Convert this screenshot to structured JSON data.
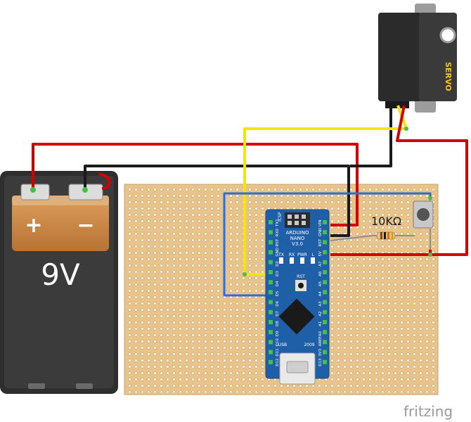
{
  "battery": {
    "plus": "+",
    "minus": "−",
    "label": "9V"
  },
  "servo": {
    "label": "SERVO"
  },
  "resistor": {
    "label": "10KΩ"
  },
  "arduino": {
    "name1": "ARDUINO",
    "name2": "NANO",
    "name3": "V3.0",
    "icsp": "ICSP",
    "rst_label": "RST",
    "tx": "TX",
    "rx": "RX",
    "pwr": "PWR",
    "l": "L",
    "usb": "USB",
    "year": "2009",
    "left_pins": [
      "TX1",
      "RX0",
      "RST",
      "GND",
      "D2",
      "D3",
      "D4",
      "D5",
      "D6",
      "D7",
      "D8",
      "D9",
      "D10",
      "D11",
      "D12"
    ],
    "right_pins": [
      "VIN",
      "GND",
      "RST",
      "5V",
      "A7",
      "A6",
      "A5",
      "A4",
      "A3",
      "A2",
      "A1",
      "A0",
      "AREF",
      "3V3",
      "D13"
    ]
  },
  "watermark": "fritzing",
  "colors": {
    "red_wire": "#d40000",
    "black_wire": "#1a1a1a",
    "yellow_wire": "#f5e600",
    "blue_wire": "#2a6fd6",
    "stripboard": "#e8c48a",
    "arduino_pcb": "#1f5fa8",
    "battery_body": "#3b3b3b",
    "battery_top": "#c98a4a"
  }
}
